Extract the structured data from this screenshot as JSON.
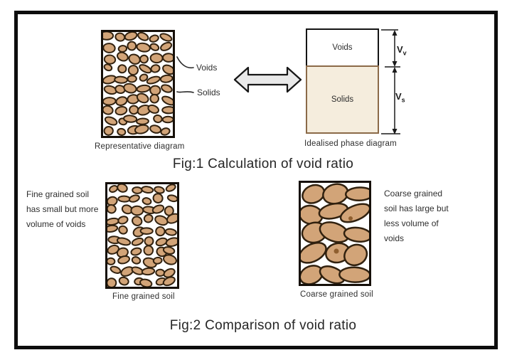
{
  "figure1": {
    "caption": "Fig:1 Calculation of void ratio",
    "representative": {
      "caption": "Representative diagram"
    },
    "labels": {
      "voids": "Voids",
      "solids": "Solids"
    },
    "phase": {
      "caption": "Idealised phase diagram",
      "voids_label": "Voids",
      "solids_label": "Solids",
      "vv": {
        "base": "V",
        "sub": "v"
      },
      "vs": {
        "base": "V",
        "sub": "s"
      }
    }
  },
  "figure2": {
    "caption": "Fig:2 Comparison of void ratio",
    "fine": {
      "caption": "Fine grained soil",
      "note_lines": [
        "Fine grained soil",
        "has small but more",
        "volume of voids"
      ]
    },
    "coarse": {
      "caption": "Coarse grained soil",
      "note_lines": [
        "Coarse grained",
        "soil has large but",
        "less volume of",
        "voids"
      ]
    }
  },
  "colors": {
    "pebble-fill": "#d2a478",
    "pebble-stroke": "#31210f",
    "pebble-dot": "#8f5f2f",
    "solids-fill": "#f5eddd",
    "solids-border": "#8b6a48",
    "arrow-fill": "#e9e9e9",
    "ink": "#2e2e2e"
  },
  "pebbles": {
    "representative": {
      "w": 98,
      "h": 146,
      "cols": 6,
      "rows": 10,
      "rx": [
        5.5,
        9.5
      ],
      "ry": [
        4,
        6.5
      ],
      "jx": 7,
      "jy": 5,
      "sw": 2,
      "seed": 7,
      "dots": []
    },
    "fine": {
      "w": 98,
      "h": 144,
      "cols": 6,
      "rows": 10,
      "rx": [
        5.5,
        9.5
      ],
      "ry": [
        4,
        6.5
      ],
      "jx": 7,
      "jy": 5,
      "sw": 2,
      "seed": 13,
      "dots": []
    },
    "coarse": {
      "w": 96,
      "h": 142,
      "cols": 3,
      "rows": 5,
      "rx": [
        14,
        22
      ],
      "ry": [
        9,
        14
      ],
      "jx": 9,
      "jy": 6,
      "sw": 2.5,
      "seed": 5,
      "dots": [
        [
          70,
          50,
          3
        ],
        [
          50,
          96,
          3.5
        ]
      ]
    }
  }
}
